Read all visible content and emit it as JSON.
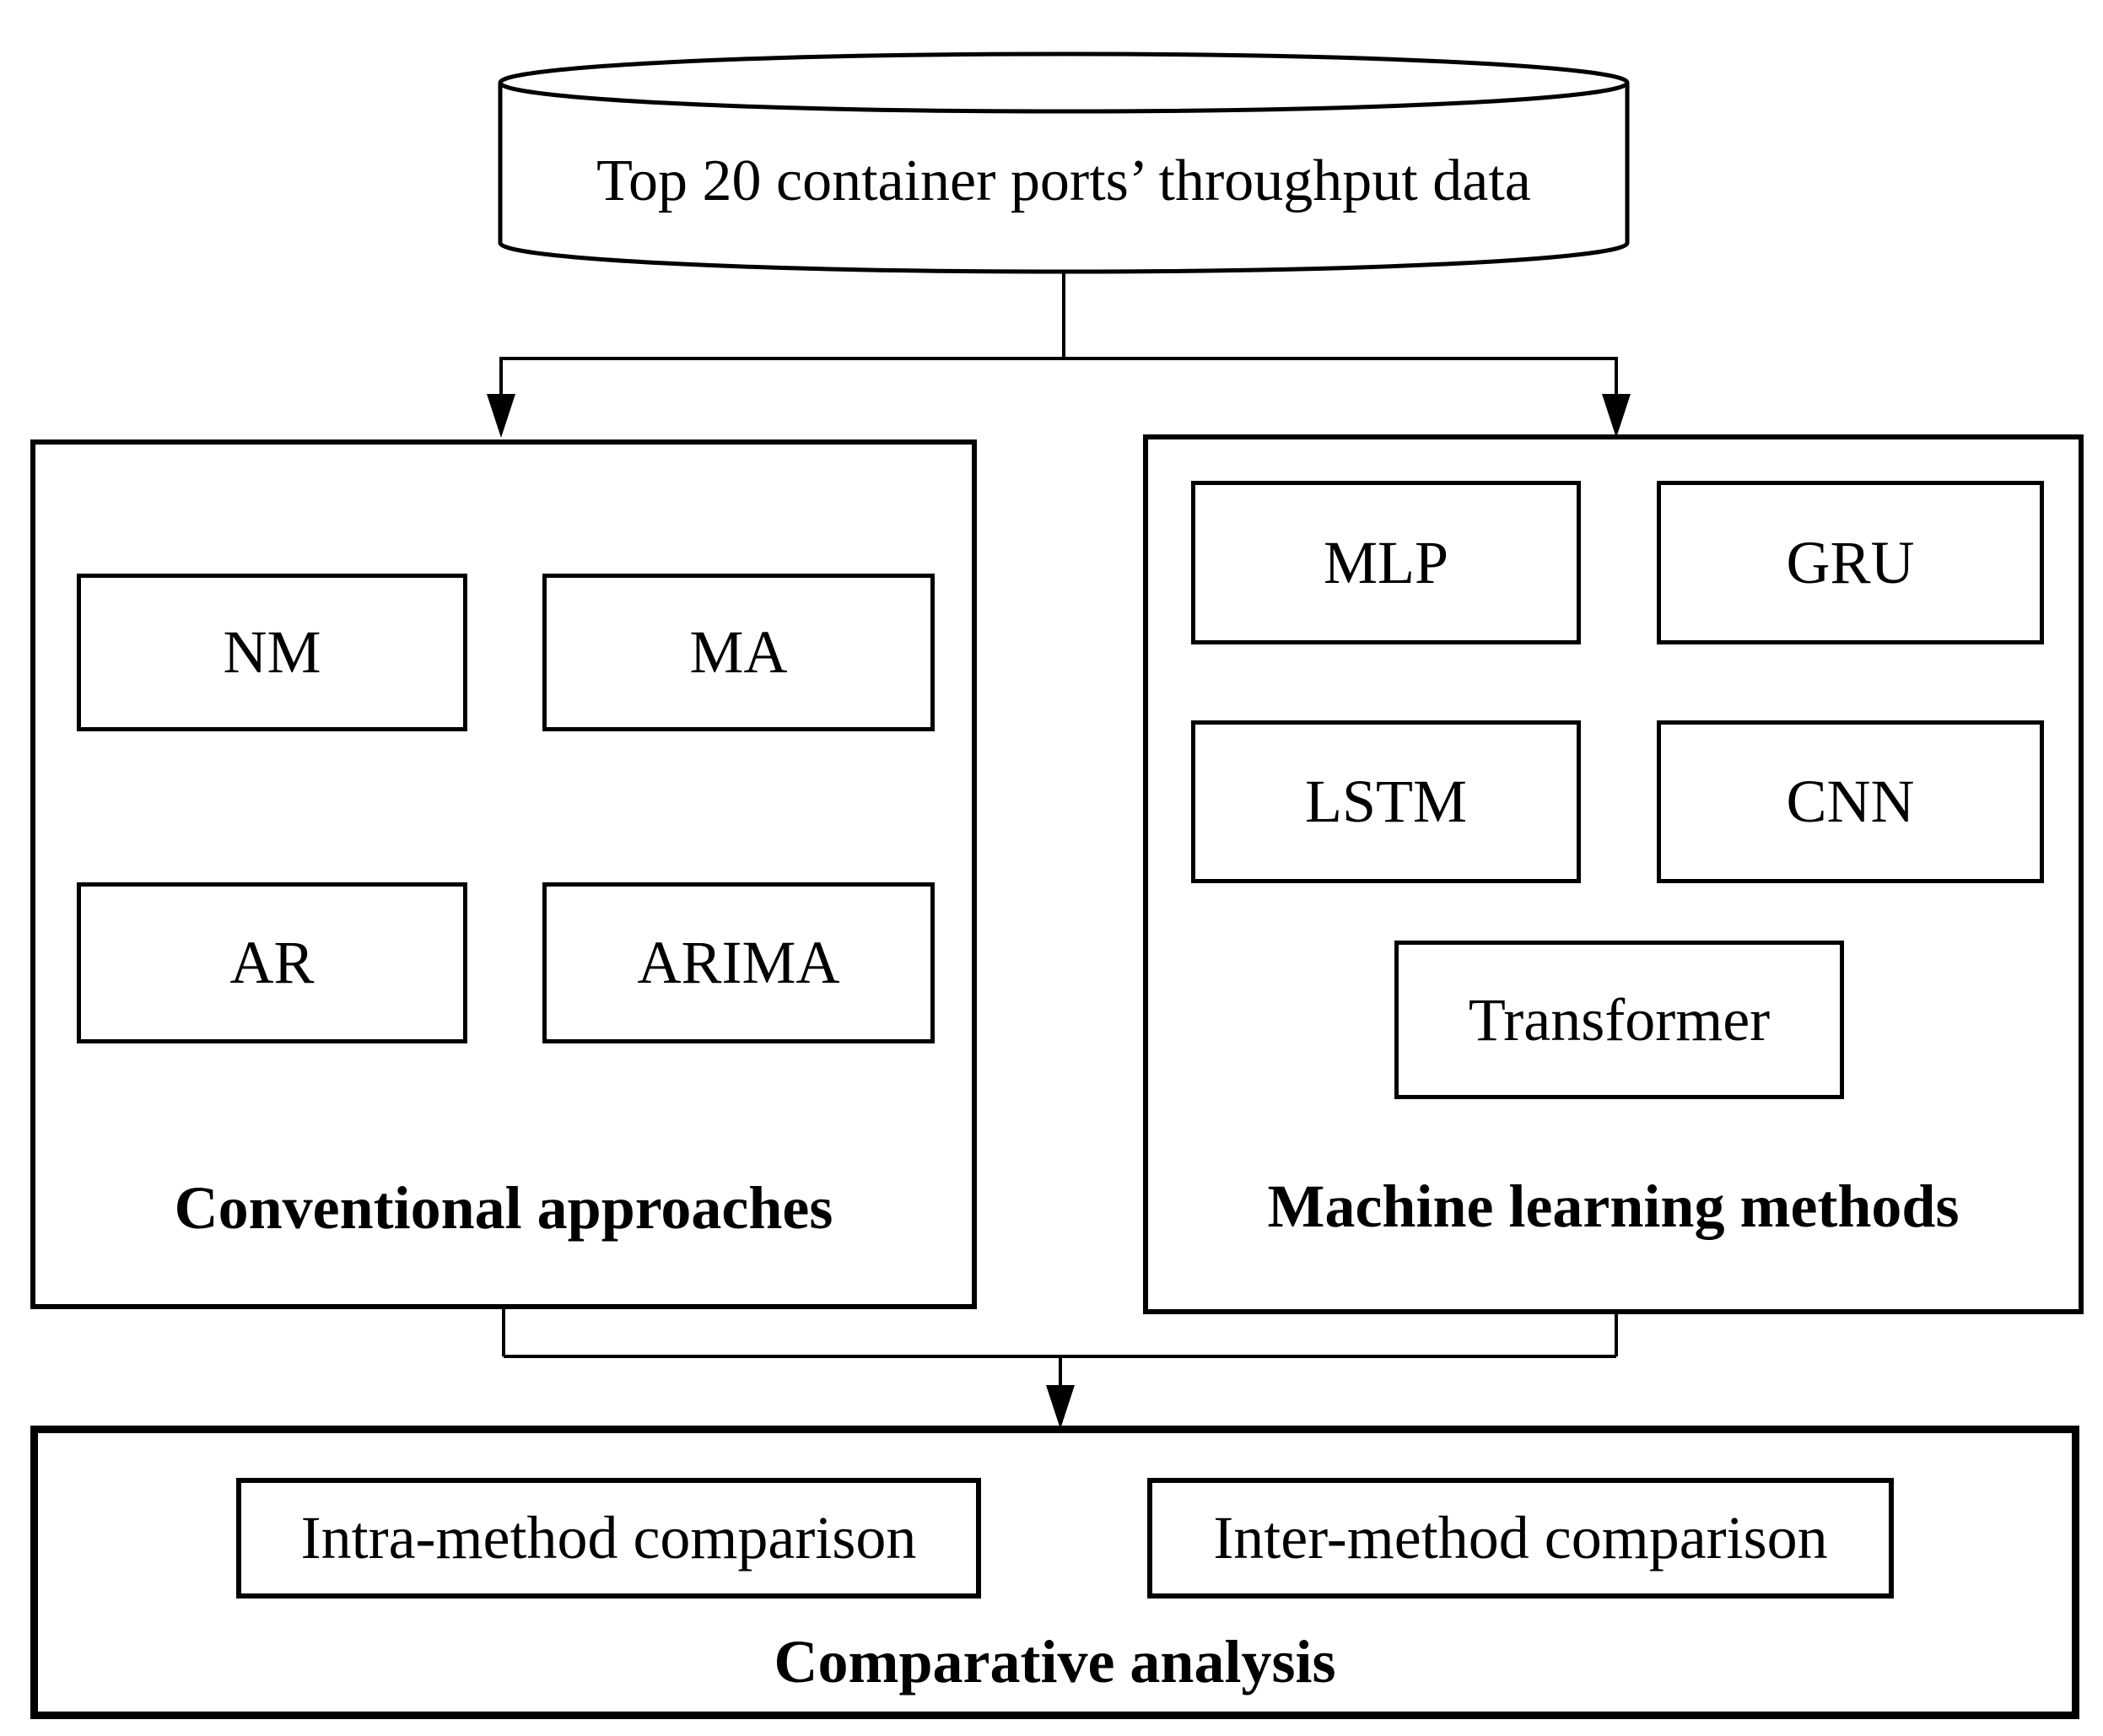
{
  "colors": {
    "background": "#ffffff",
    "line": "#000000",
    "text": "#000000"
  },
  "database": {
    "label": "Top 20 container ports’ throughput data"
  },
  "conventional": {
    "title": "Conventional approaches",
    "methods": {
      "nm": "NM",
      "ma": "MA",
      "ar": "AR",
      "arima": "ARIMA"
    }
  },
  "ml": {
    "title": "Machine learning methods",
    "methods": {
      "mlp": "MLP",
      "gru": "GRU",
      "lstm": "LSTM",
      "cnn": "CNN",
      "transformer": "Transformer"
    }
  },
  "comparative": {
    "title": "Comparative analysis",
    "items": {
      "intra": "Intra-method comparison",
      "inter": "Inter-method comparison"
    }
  }
}
